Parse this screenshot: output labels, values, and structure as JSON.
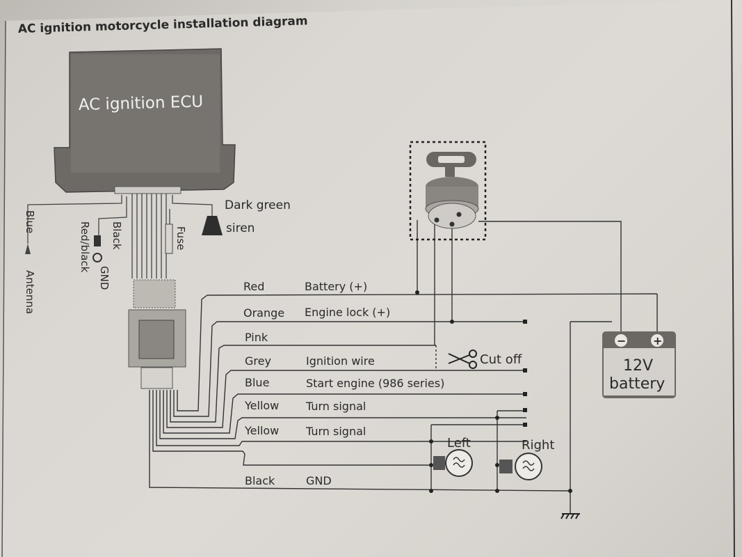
{
  "diagram": {
    "title": "AC ignition motorcycle installation diagram",
    "ecu_label": "AC ignition ECU",
    "antenna": {
      "color_label": "Blue",
      "label": "Antenna"
    },
    "gnd_group": {
      "color1": "Black",
      "color2": "Red/black",
      "label": "GND"
    },
    "fuse_label": "Fuse",
    "siren": {
      "color_label": "Dark green",
      "label": "siren"
    },
    "wires": [
      {
        "color": "Red",
        "function": "Battery (+)"
      },
      {
        "color": "Orange",
        "function": "Engine lock (+)"
      },
      {
        "color": "Pink",
        "function": ""
      },
      {
        "color": "Grey",
        "function": "Ignition wire"
      },
      {
        "color": "Blue",
        "function": "Start engine (986 series)"
      },
      {
        "color": "Yellow",
        "function": "Turn signal"
      },
      {
        "color": "Yellow",
        "function": "Turn signal"
      },
      {
        "color": "Black",
        "function": "GND"
      }
    ],
    "cut_off_label": "Cut off",
    "battery": {
      "voltage": "12V",
      "label": "battery",
      "neg": "−",
      "pos": "+"
    },
    "lamps": {
      "left": "Left",
      "right": "Right"
    }
  }
}
